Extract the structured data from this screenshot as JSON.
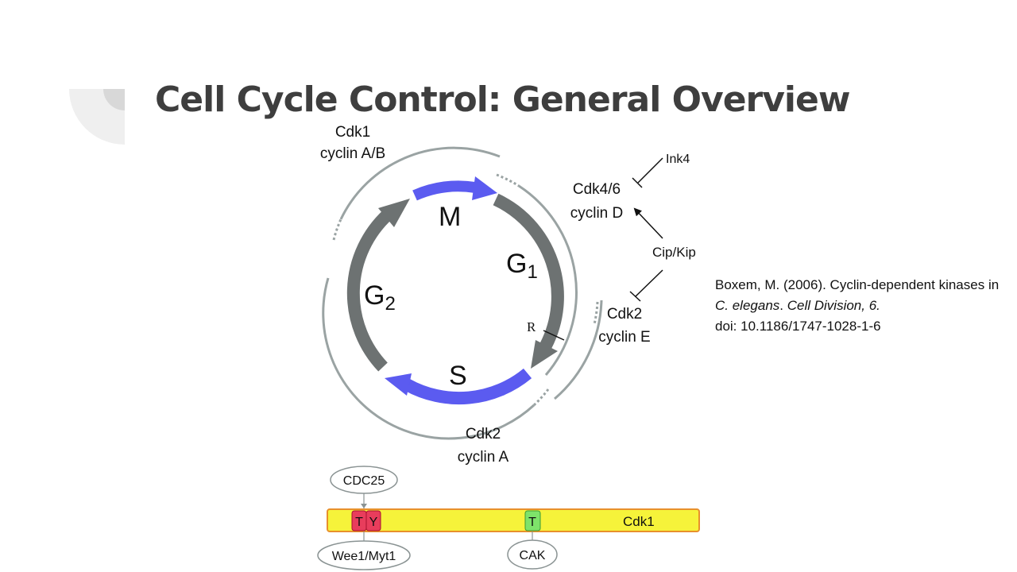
{
  "slide": {
    "title": "Cell Cycle Control:  General Overview"
  },
  "cycle": {
    "phases": {
      "m": "M",
      "g1_main": "G",
      "g1_sub": "1",
      "g2_main": "G",
      "g2_sub": "2",
      "s": "S"
    },
    "restriction_point": "R",
    "complexes": {
      "cdk1_line1": "Cdk1",
      "cdk1_line2": "cyclin A/B",
      "cdk46_line1": "Cdk4/6",
      "cdk46_line2": "cyclin D",
      "cdk2e_line1": "Cdk2",
      "cdk2e_line2": "cyclin E",
      "cdk2a_line1": "Cdk2",
      "cdk2a_line2": "cyclin A"
    },
    "inhibitors": {
      "ink4": "Ink4",
      "cipkip": "Cip/Kip"
    }
  },
  "citation": {
    "part1": "Boxem, M.  (2006).  Cyclin-dependent kinases in ",
    "species": "C. elegans",
    "part2": ".  ",
    "journal": "Cell Division, 6.",
    "doi": "doi:  10.1186/1747-1028-1-6"
  },
  "cdk1_bar": {
    "label": "Cdk1",
    "site_t1": "T",
    "site_y": "Y",
    "site_t2": "T",
    "cdc25": "CDC25",
    "wee1": "Wee1/Myt1",
    "cak": "CAK"
  },
  "colors": {
    "phase_blue": "#5b5bf0",
    "phase_grey": "#6d7272",
    "ring_grey": "#9aa3a3",
    "bar_yellow": "#f6f33a",
    "bar_border": "#e8902c",
    "inhibitory_red": "#e83d5c",
    "activating_green": "#7ee36a"
  }
}
